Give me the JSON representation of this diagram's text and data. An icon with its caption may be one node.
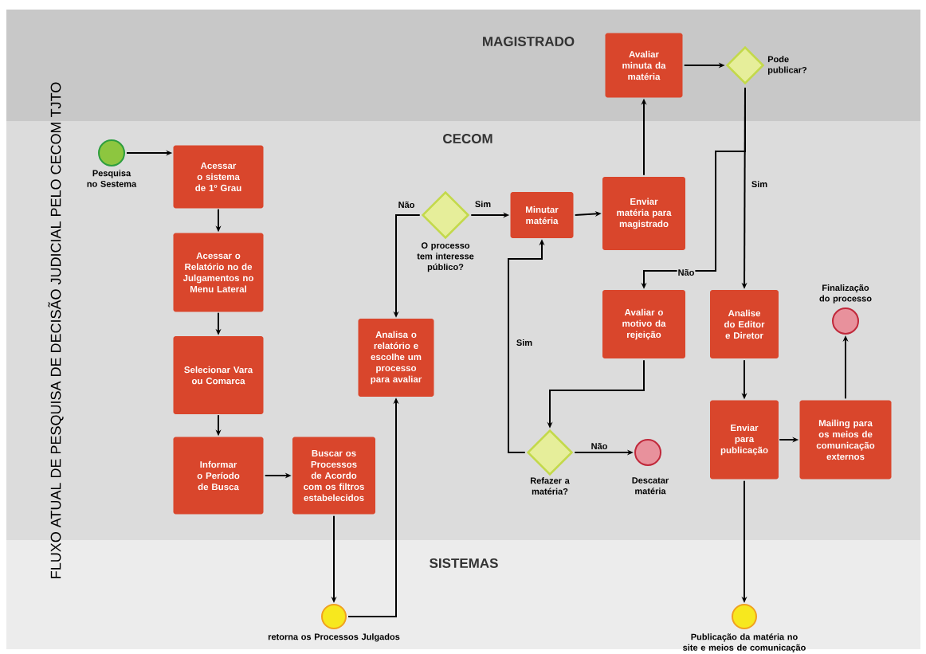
{
  "diagram": {
    "title": "FLUXO ATUAL DE PESQUISA DE DECISÃO JUDICIAL PELO CECOM TJTO",
    "nodes": [
      {
        "text": [],
        "shape": "circle",
        "beside": [
          "Pesquisa no Sestema"
        ]
      },
      {
        "text": [
          "Acessar o sistema de 1º Grau"
        ]
      },
      {
        "text": [
          "Acessar o Relatório no de Julgamentos no Menu Lateral"
        ]
      },
      {
        "text": [
          "Selecionar Vara ou Comarca"
        ]
      },
      {
        "text": [
          "Informar o Período de Busca"
        ]
      },
      {
        "text": [
          "Buscar os Processos de Acordo com os filtros estabelecidos"
        ]
      },
      {
        "text": [],
        "shape": "circle",
        "beside": [
          "retorna os Processos Julgados"
        ]
      },
      {
        "text": [
          "Analisa o relatório e escolhe um processo para avaliar"
        ]
      },
      {
        "text": [],
        "shape": "diamond",
        "beside": [
          "O processo tem interesse público?"
        ]
      },
      {
        "text": [
          "Minutar matéria"
        ]
      },
      {
        "text": [
          "Enviar matéria para magistrado"
        ]
      },
      {
        "text": [
          "Avaliar minuta da matéria"
        ]
      },
      {
        "text": [],
        "shape": "diamond",
        "beside": [
          "Pode publicar?"
        ]
      },
      {
        "text": [
          "Avaliar o motivo da rejeição"
        ]
      },
      {
        "text": [
          "Analise do Editor e Diretor"
        ]
      },
      {
        "text": [],
        "shape": "diamond",
        "beside": [
          "Refazer a matéria?"
        ]
      },
      {
        "text": [],
        "shape": "circle",
        "beside": [
          "Descatar matéria"
        ]
      },
      {
        "text": [
          "Enviar para publicação"
        ]
      },
      {
        "text": [
          "Mailing para os meios de comunicação externos"
        ]
      },
      {
        "text": [],
        "shape": "circle",
        "beside": [
          "Finalização do processo"
        ]
      },
      {
        "text": [],
        "shape": "circle",
        "beside": [
          "Publicação da matéria no site e meios de comunicação"
        ]
      }
    ],
    "edges": [
      {
        "from": 0,
        "to": 1,
        "arrow": "to"
      },
      {
        "from": 1,
        "to": 2,
        "arrow": "to"
      },
      {
        "from": 2,
        "to": 3,
        "arrow": "to"
      },
      {
        "from": 3,
        "to": 4,
        "arrow": "to"
      },
      {
        "from": 4,
        "to": 5,
        "arrow": "to"
      },
      {
        "from": 5,
        "to": 6,
        "arrow": "to"
      },
      {
        "from": 6,
        "to": 7,
        "arrow": "to"
      },
      {
        "from": 8,
        "to": 7,
        "arrow": "to",
        "label": "Não"
      },
      {
        "from": 8,
        "to": 9,
        "arrow": "to",
        "label": "Sim"
      },
      {
        "from": 9,
        "to": 10,
        "arrow": "to"
      },
      {
        "from": 10,
        "to": 11,
        "arrow": "to"
      },
      {
        "from": 11,
        "to": 12,
        "arrow": "to"
      },
      {
        "from": 12,
        "to": 13,
        "arrow": "to",
        "label": "Não"
      },
      {
        "from": 12,
        "to": 14,
        "arrow": "to",
        "label": "Sim"
      },
      {
        "from": 13,
        "to": 15,
        "arrow": "to"
      },
      {
        "from": 15,
        "to": 9,
        "arrow": "to",
        "label": "Sim"
      },
      {
        "from": 15,
        "to": 16,
        "arrow": "to",
        "label": "Não"
      },
      {
        "from": 14,
        "to": 17,
        "arrow": "to"
      },
      {
        "from": 17,
        "to": 18,
        "arrow": "to"
      },
      {
        "from": 18,
        "to": 19,
        "arrow": "to"
      },
      {
        "from": 17,
        "to": 20,
        "arrow": "to"
      }
    ],
    "labels": [
      "MAGISTRADO",
      "CECOM",
      "SISTEMAS"
    ]
  }
}
